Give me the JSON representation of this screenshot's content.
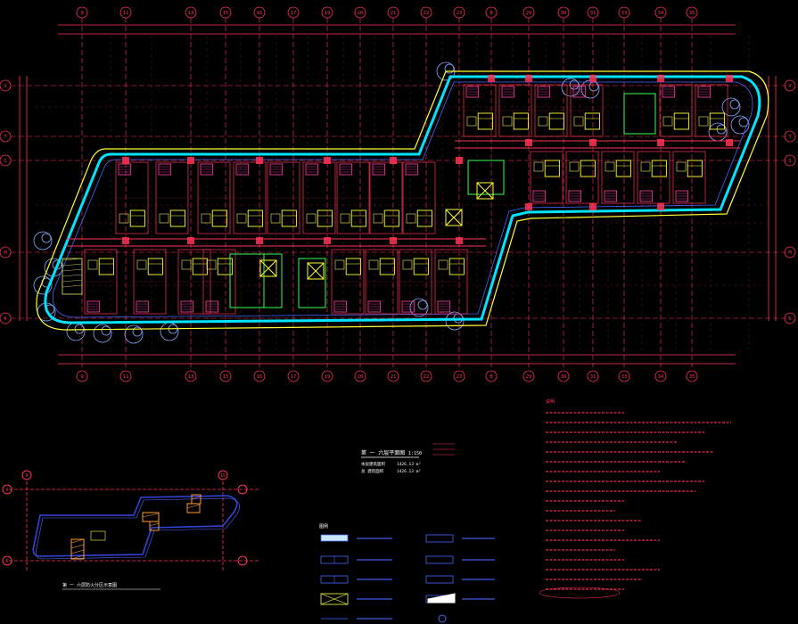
{
  "drawing": {
    "grid_top_labels": [
      "9",
      "11",
      "13",
      "15",
      "16",
      "17",
      "19",
      "20",
      "21",
      "22",
      "23",
      "B",
      "29",
      "30",
      "31",
      "33",
      "34",
      "35"
    ],
    "grid_side_labels": [
      "V",
      "T",
      "S",
      "M",
      "K"
    ],
    "plan_title": "第 一 六层平面图",
    "plan_scale": "1:150",
    "area_line_1": "本层建筑面积",
    "area_line_1_value": "1426.13 m²",
    "area_line_2": "总 建筑面积",
    "area_line_2_value": "1426.13 m²",
    "key_plan_title": "第 一 六层防火分区示意图",
    "key_plan_grid_top": [
      "9",
      "15"
    ],
    "key_plan_grid_side": [
      "V",
      "K"
    ],
    "legend_title": "图例",
    "notes_title": "说明"
  },
  "colors": {
    "grid": "#ff3355",
    "wall_outline": "#00e5ff",
    "facade": "#ffff33",
    "room_fill": "#e8e866",
    "bath": "#ff44aa",
    "stair": "#33ff55",
    "tree": "#88aaff",
    "notes": "#ff3355",
    "legend": "#4466ff",
    "key_plan": "#3344dd",
    "zone_mark": "#ff9933"
  }
}
